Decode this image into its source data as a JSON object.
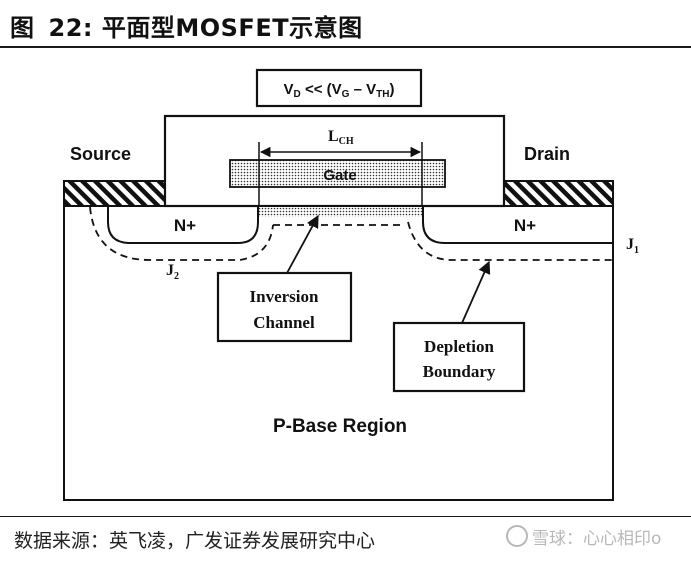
{
  "figure": {
    "prefix": "图",
    "number": "22:",
    "title": "平面型MOSFET示意图"
  },
  "diagram": {
    "condition": {
      "v": "V",
      "d": "D",
      "mid": " << (V",
      "g": "G",
      "minus": " – V",
      "th": "TH",
      "close": ")"
    },
    "source_label": "Source",
    "drain_label": "Drain",
    "gate_label": "Gate",
    "lch": {
      "l": "L",
      "sub": "CH"
    },
    "n_left": "N+",
    "n_right": "N+",
    "j1": {
      "j": "J",
      "sub": "1"
    },
    "j2": {
      "j": "J",
      "sub": "2"
    },
    "inversion": [
      "Inversion",
      "Channel"
    ],
    "depletion": [
      "Depletion",
      "Boundary"
    ],
    "base_region": "P-Base Region"
  },
  "footer": {
    "source": "数据来源：英飞凌，广发证券发展研究中心",
    "watermark": "雪球：心心相印o"
  }
}
